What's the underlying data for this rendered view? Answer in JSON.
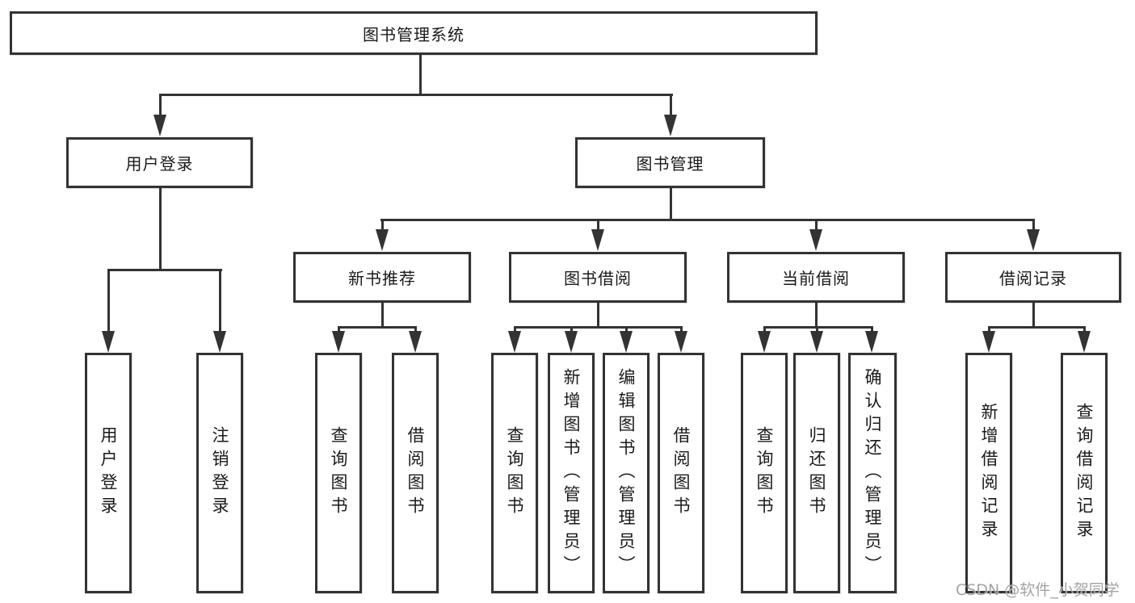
{
  "diagram": {
    "title": "图书管理系统",
    "root": {
      "label": "图书管理系统"
    },
    "level2": [
      {
        "id": "user-login",
        "label": "用户登录",
        "parent": "图书管理系统"
      },
      {
        "id": "book-management",
        "label": "图书管理",
        "parent": "图书管理系统"
      }
    ],
    "level3": [
      {
        "id": "new-book-recommend",
        "label": "新书推荐",
        "parent": "图书管理"
      },
      {
        "id": "book-borrowing",
        "label": "图书借阅",
        "parent": "图书管理"
      },
      {
        "id": "current-borrowing",
        "label": "当前借阅",
        "parent": "图书管理"
      },
      {
        "id": "borrowing-records",
        "label": "借阅记录",
        "parent": "图书管理"
      }
    ],
    "leaves": [
      {
        "label": "用户登录",
        "parent": "用户登录"
      },
      {
        "label": "注销登录",
        "parent": "用户登录"
      },
      {
        "label": "查询图书",
        "parent": "新书推荐"
      },
      {
        "label": "借阅图书",
        "parent": "新书推荐"
      },
      {
        "label": "查询图书",
        "parent": "图书借阅"
      },
      {
        "label": "新增图书（管理员）",
        "parent": "图书借阅"
      },
      {
        "label": "编辑图书（管理员）",
        "parent": "图书借阅"
      },
      {
        "label": "借阅图书",
        "parent": "图书借阅"
      },
      {
        "label": "查询图书",
        "parent": "当前借阅"
      },
      {
        "label": "归还图书",
        "parent": "当前借阅"
      },
      {
        "label": "确认归还（管理员）",
        "parent": "当前借阅"
      },
      {
        "label": "新增借阅记录",
        "parent": "借阅记录"
      },
      {
        "label": "查询借阅记录",
        "parent": "借阅记录"
      }
    ],
    "colors": {
      "line": "#333333",
      "text": "#1a1a1a",
      "background": "#ffffff",
      "watermark": "#9c9c9c"
    }
  },
  "watermark": {
    "text": "CSDN @软件_小贺同学"
  }
}
